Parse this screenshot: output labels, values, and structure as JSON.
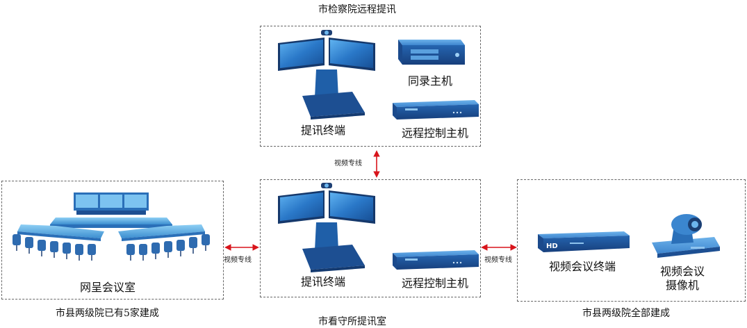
{
  "titles": {
    "procuratorate": "市检察院远程提讯",
    "detention": "市看守所提讯室",
    "left_group": "市县两级院已有5家建成",
    "right_group": "市县两级院全部建成"
  },
  "devices": {
    "top_terminal": "提讯终端",
    "top_recorder": "同录主机",
    "top_controller": "远程控制主机",
    "mid_terminal": "提讯终端",
    "mid_controller": "远程控制主机",
    "network_room": "网呈会议室",
    "vc_terminal": "视频会议终端",
    "vc_camera_line1": "视频会议",
    "vc_camera_line2": "摄像机",
    "hd_badge": "HD"
  },
  "links": {
    "vertical": "视频专线",
    "left": "视频专线",
    "right": "视频专线"
  },
  "colors": {
    "dashed_border": "#666666",
    "arrow": "#d8141b",
    "device_blue": "#1f5fa8",
    "device_light": "#5aa0de",
    "device_dark": "#163f7a"
  },
  "icons": {
    "terminal": "dual-monitor-terminal-icon",
    "recorder": "recording-server-icon",
    "controller": "control-host-icon",
    "camera": "ptz-camera-icon",
    "room": "conference-room-icon"
  }
}
